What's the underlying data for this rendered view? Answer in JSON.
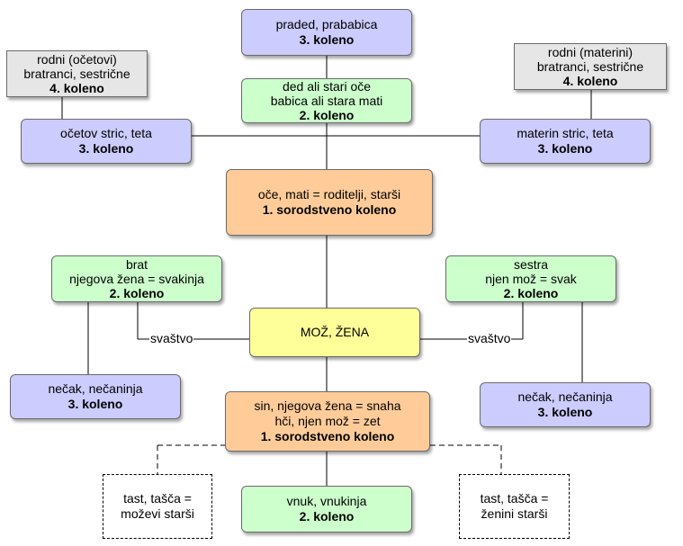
{
  "nodes": {
    "praded": {
      "line1": "praded, prababica",
      "degree": "3. koleno"
    },
    "rodni_ocetovi": {
      "line1": "rodni (očetovi)",
      "line2": "bratranci, sestrične",
      "degree": "4. koleno"
    },
    "rodni_materini": {
      "line1": "rodni (materini)",
      "line2": "bratranci, sestrične",
      "degree": "4. koleno"
    },
    "ded": {
      "line1": "ded ali stari oče",
      "line2": "babica ali stara mati",
      "degree": "2. koleno"
    },
    "ocetov_stric": {
      "line1": "očetov stric, teta",
      "degree": "3. koleno"
    },
    "materin_stric": {
      "line1": "materin stric, teta",
      "degree": "3. koleno"
    },
    "oce_mati": {
      "line1": "oče, mati = roditelji, starši",
      "degree": "1. sorodstveno koleno"
    },
    "brat": {
      "line1": "brat",
      "line2": "njegova žena = svakinja",
      "degree": "2. koleno"
    },
    "sestra": {
      "line1": "sestra",
      "line2": "njen mož = svak",
      "degree": "2. koleno"
    },
    "moz_zena": {
      "line1": "MOŽ, ŽENA"
    },
    "necak_left": {
      "line1": "nečak, nečaninja",
      "degree": "3. koleno"
    },
    "necak_right": {
      "line1": "nečak, nečaninja",
      "degree": "3. koleno"
    },
    "sin": {
      "line1": "sin, njegova žena = snaha",
      "line2": "hči, njen mož = zet",
      "degree": "1. sorodstveno koleno"
    },
    "tast_left": {
      "line1": "tast, tašča =",
      "line2": "moževi starši"
    },
    "vnuk": {
      "line1": "vnuk, vnukinja",
      "degree": "2. koleno"
    },
    "tast_right": {
      "line1": "tast, tašča =",
      "line2": "ženini starši"
    }
  },
  "labels": {
    "svastvo_left": "svaštvo",
    "svastvo_right": "svaštvo"
  },
  "colors": {
    "purple": "#ccccff",
    "green": "#ccffcc",
    "gray": "#e6e6e6",
    "orange": "#ffcc99",
    "yellow": "#ffff99"
  }
}
